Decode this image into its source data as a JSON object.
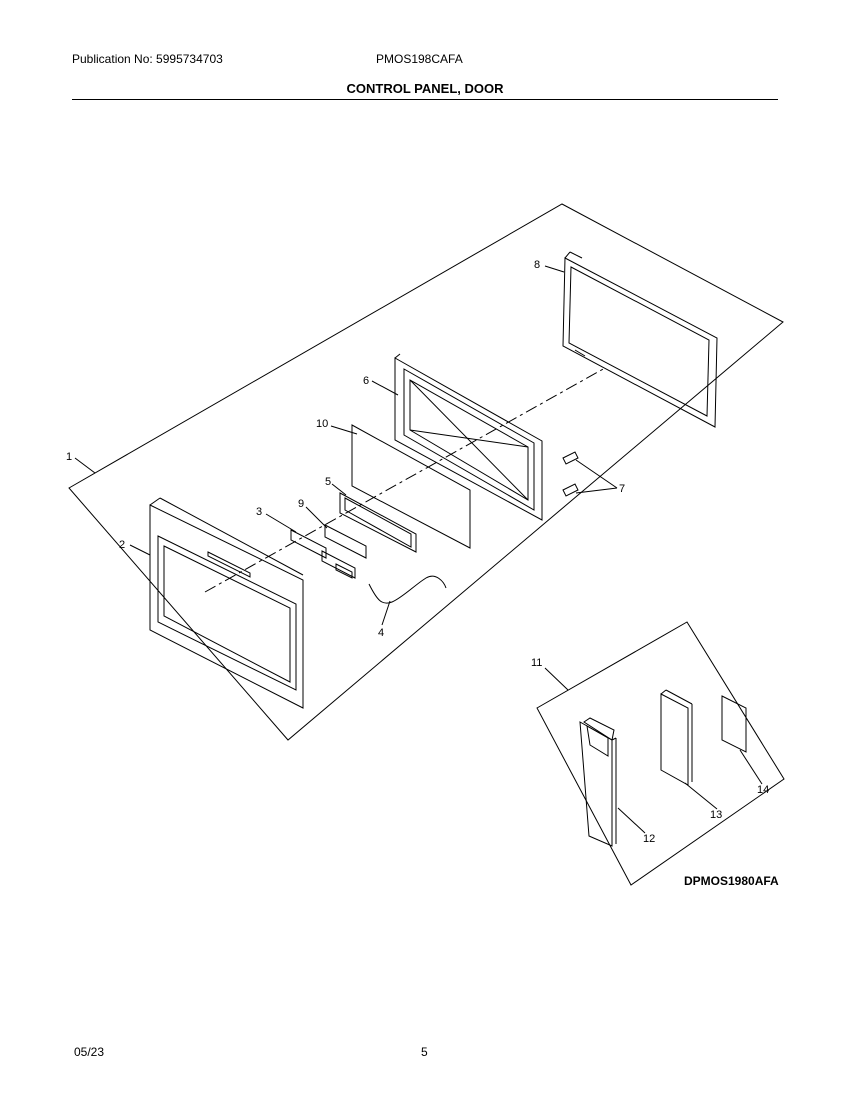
{
  "header": {
    "publication": "Publication No: 5995734703",
    "model": "PMOS198CAFA",
    "section_title": "CONTROL PANEL, DOOR"
  },
  "diagram": {
    "drawing_code": "DPMOS1980AFA",
    "callouts": {
      "c1": "1",
      "c2": "2",
      "c3": "3",
      "c4": "4",
      "c5": "5",
      "c6": "6",
      "c7": "7",
      "c8": "8",
      "c9": "9",
      "c10": "10",
      "c11": "11",
      "c12": "12",
      "c13": "13",
      "c14": "14"
    }
  },
  "footer": {
    "date": "05/23",
    "page": "5"
  }
}
